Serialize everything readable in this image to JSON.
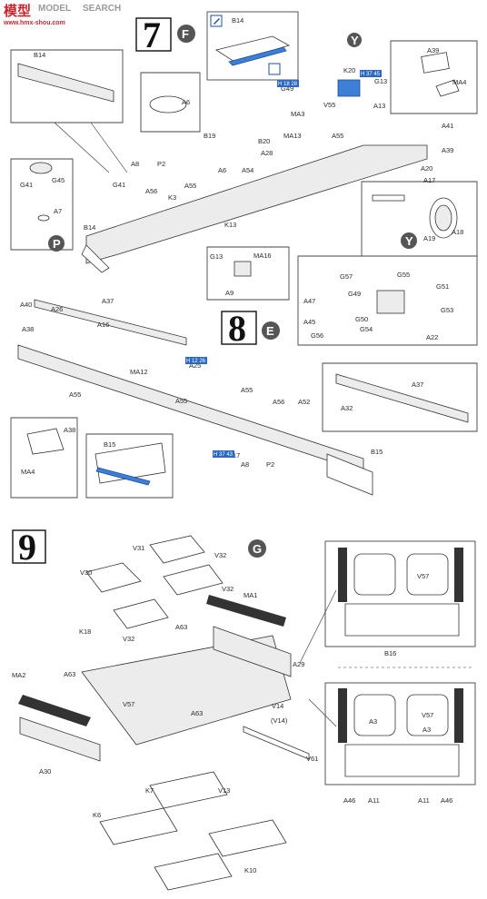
{
  "watermark": {
    "logo_text": "模型",
    "site": "www.hmx-shou.com",
    "search": "SEARCH",
    "prefix": "MODEL"
  },
  "steps": [
    {
      "number": "7",
      "sub": "F"
    },
    {
      "number": "8",
      "sub": "E"
    },
    {
      "number": "9",
      "sub": "G"
    }
  ],
  "circled_letters": [
    "Y",
    "P",
    "Y"
  ],
  "cut_marks": [
    "H 18 28",
    "H 37 43",
    "H 12 26",
    "H 37 45"
  ],
  "colors": {
    "accent": "#1e4fa0",
    "part_blue": "#3d7fd6",
    "watermark_red": "#c8272d"
  },
  "labels": {
    "step7": [
      "B14",
      "B14",
      "K20",
      "G13",
      "A39",
      "MA4",
      "A13",
      "G49",
      "MA3",
      "V55",
      "A41",
      "A39",
      "MA13",
      "A55",
      "A6",
      "B19",
      "B20",
      "A28",
      "A8",
      "P2",
      "G41",
      "A6",
      "A54",
      "A56",
      "K3",
      "A55",
      "G45",
      "A7",
      "G41",
      "K13",
      "B14",
      "A20",
      "A17",
      "A19",
      "A18",
      "G13",
      "MA16",
      "A9"
    ],
    "step8": [
      "A40",
      "A38",
      "A26",
      "A37",
      "A16",
      "MA12",
      "A25",
      "A55",
      "A55",
      "A55",
      "A56",
      "A52",
      "A17",
      "A8",
      "P2",
      "B15",
      "A38",
      "MA4",
      "B15",
      "A37",
      "A32",
      "G57",
      "G55",
      "A47",
      "G49",
      "G51",
      "A45",
      "G50",
      "G53",
      "G56",
      "G54",
      "A22"
    ],
    "step9": [
      "V31",
      "V32",
      "V30",
      "V32",
      "MA1",
      "K18",
      "A63",
      "V32",
      "MA2",
      "A63",
      "A29",
      "V57",
      "A63",
      "V14",
      "(V14)",
      "V61",
      "A30",
      "K7",
      "V13",
      "K6",
      "K10",
      "V57",
      "B16",
      "A3",
      "A3",
      "V57",
      "A46",
      "A11",
      "A11",
      "A46"
    ]
  }
}
